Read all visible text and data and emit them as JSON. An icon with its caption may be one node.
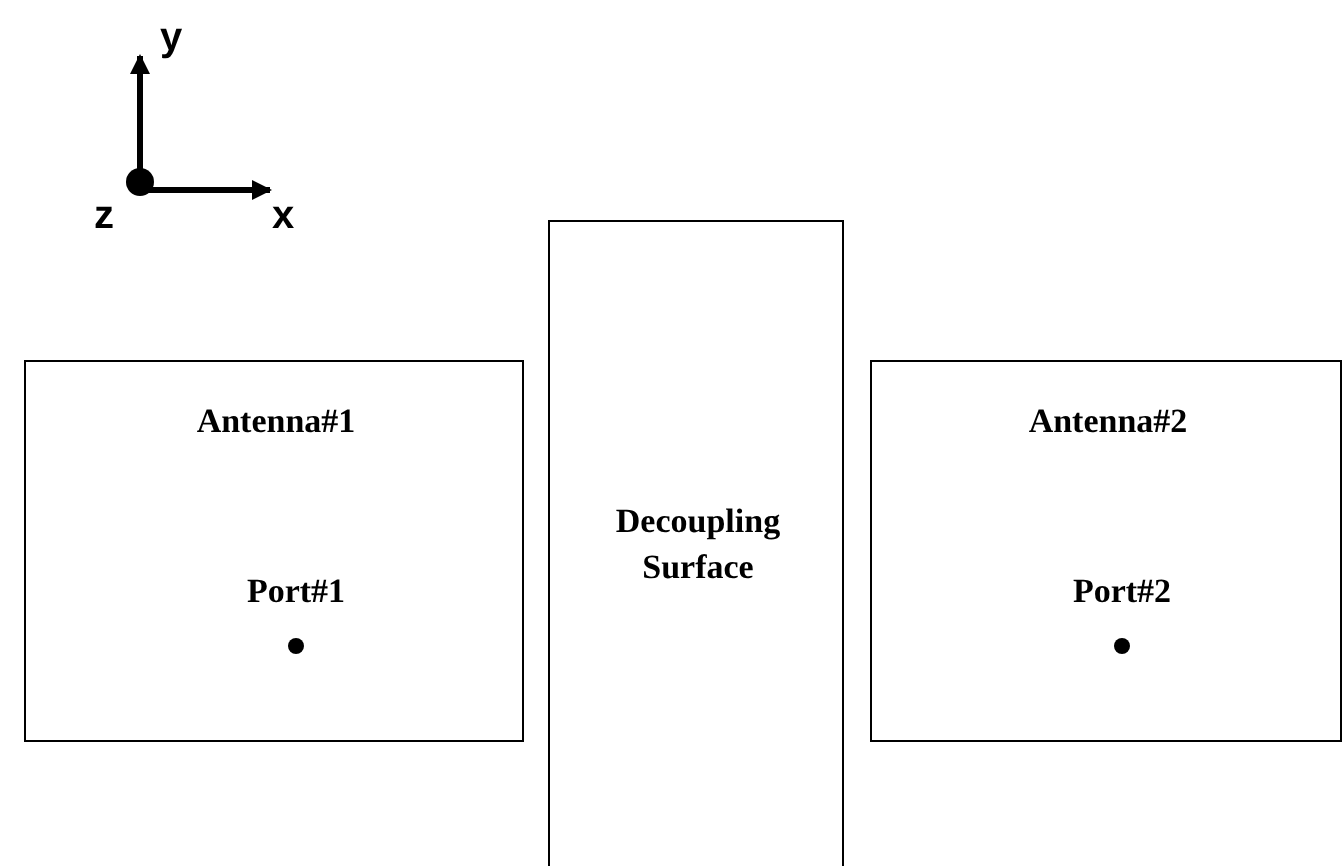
{
  "diagram": {
    "nodes": [
      {
        "text": [
          "Antenna#1"
        ]
      },
      {
        "text": [],
        "shape": "circle",
        "in": 0,
        "beside": [
          "Port#1"
        ]
      },
      {
        "text": [
          "Decoupling Surface"
        ]
      },
      {
        "text": [
          "Antenna#2"
        ]
      },
      {
        "text": [],
        "shape": "circle",
        "in": 3,
        "beside": [
          "Port#2"
        ]
      }
    ],
    "edges": [],
    "labels": [
      "y",
      "z",
      "x"
    ]
  }
}
